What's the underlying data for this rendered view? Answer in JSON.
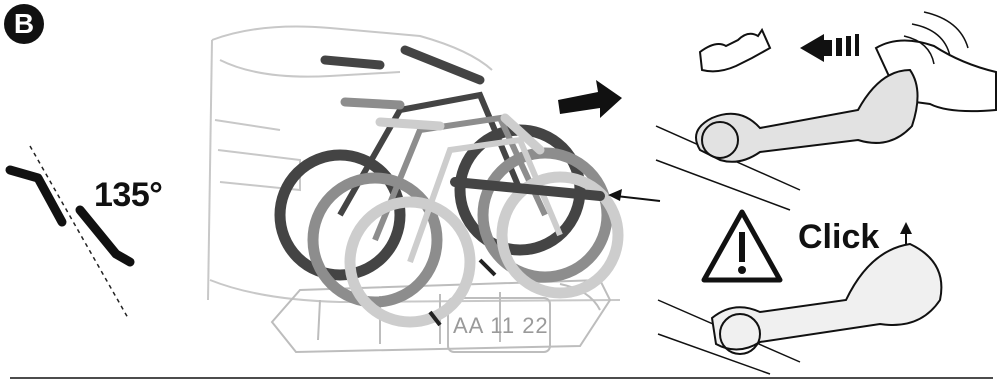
{
  "step": {
    "badge": "B"
  },
  "angle": {
    "label": "135°"
  },
  "warning": {
    "label": "Click"
  },
  "plate": {
    "text": "AA 11 22"
  }
}
